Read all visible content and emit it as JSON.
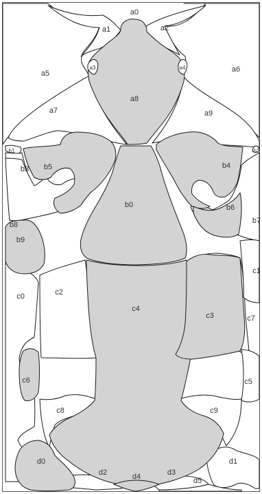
{
  "labels": {
    "a0": "a0",
    "a1": "a1",
    "a2": "a2",
    "a3": "a3",
    "a4": "a4",
    "a5": "a5",
    "a6": "a6",
    "a7": "a7",
    "a8": "a8",
    "a9": "a9",
    "b0": "b0",
    "b1": "b1",
    "b2": "b2",
    "b3": "b3",
    "b4": "b4",
    "b5": "b5",
    "b6": "b6",
    "b7": "b7",
    "b8": "b8",
    "b9": "b9",
    "c0": "c0",
    "c1": "c1",
    "c2": "c2",
    "c3": "c3",
    "c4": "c4",
    "c5": "c5",
    "c6": "c6",
    "c7": "c7",
    "c8": "c8",
    "c9": "c9",
    "d0": "d0",
    "d1": "d1",
    "d2": "d2",
    "d3": "d3",
    "d4": "d4",
    "d5": "d5"
  },
  "colors": {
    "background": "#ffffff",
    "highlighted_piece": "#d3d3d3",
    "outline": "#1a1a1a",
    "label_text": "#333333"
  }
}
